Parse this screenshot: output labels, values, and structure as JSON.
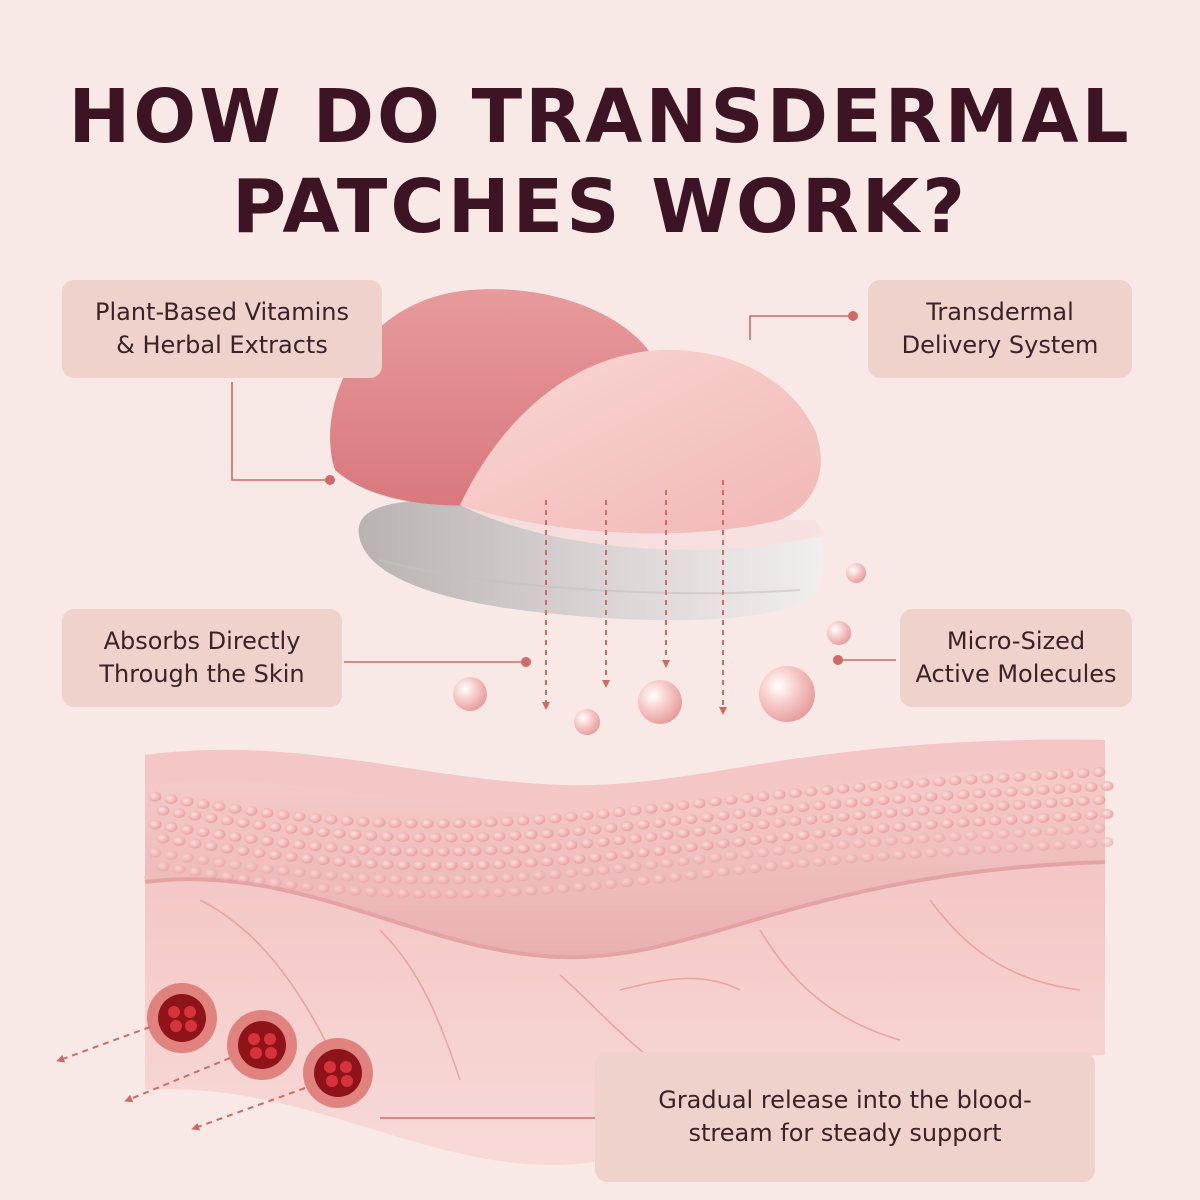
{
  "title": {
    "line1": "HOW DO TRANSDERMAL",
    "line2": "PATCHES WORK?"
  },
  "labels": {
    "ingredients": {
      "line1": "Plant-Based Vitamins",
      "line2": "& Herbal Extracts"
    },
    "delivery": {
      "line1": "Transdermal",
      "line2": "Delivery System"
    },
    "absorbs": {
      "line1": "Absorbs Directly",
      "line2": "Through the Skin"
    },
    "molecules": {
      "line1": "Micro-Sized",
      "line2": "Active Molecules"
    },
    "release": {
      "line1": "Gradual release into the blood-",
      "line2": "stream for steady support"
    }
  },
  "colors": {
    "title": "#3d1424",
    "background": "#f8e9e6",
    "label_bg": "#f0d2cd",
    "leader": "#d06a64"
  }
}
